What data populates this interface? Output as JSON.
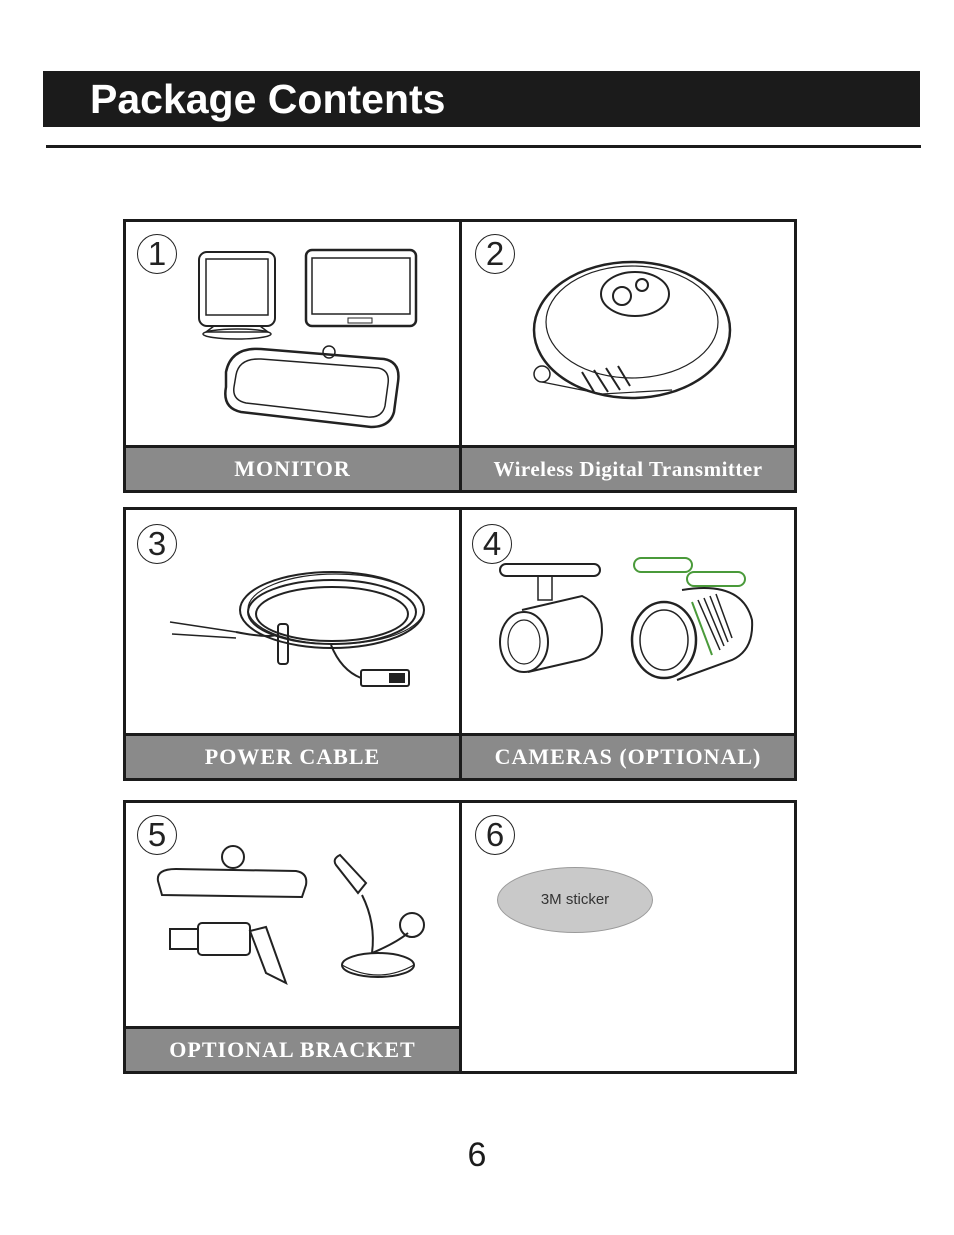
{
  "header": {
    "title": "Package Contents"
  },
  "items": [
    {
      "number": "1",
      "label": "MONITOR",
      "icon": "monitor-icon"
    },
    {
      "number": "2",
      "label": "Wireless Digital Transmitter",
      "icon": "transmitter-icon"
    },
    {
      "number": "3",
      "label": "POWER CABLE",
      "icon": "power-cable-icon"
    },
    {
      "number": "4",
      "label": "CAMERAS (OPTIONAL)",
      "icon": "camera-icon"
    },
    {
      "number": "5",
      "label": "OPTIONAL BRACKET",
      "icon": "bracket-icon"
    },
    {
      "number": "6",
      "label": "",
      "icon": "sticker-icon",
      "sticker_text": "3M sticker"
    }
  ],
  "page": {
    "number": "6"
  }
}
